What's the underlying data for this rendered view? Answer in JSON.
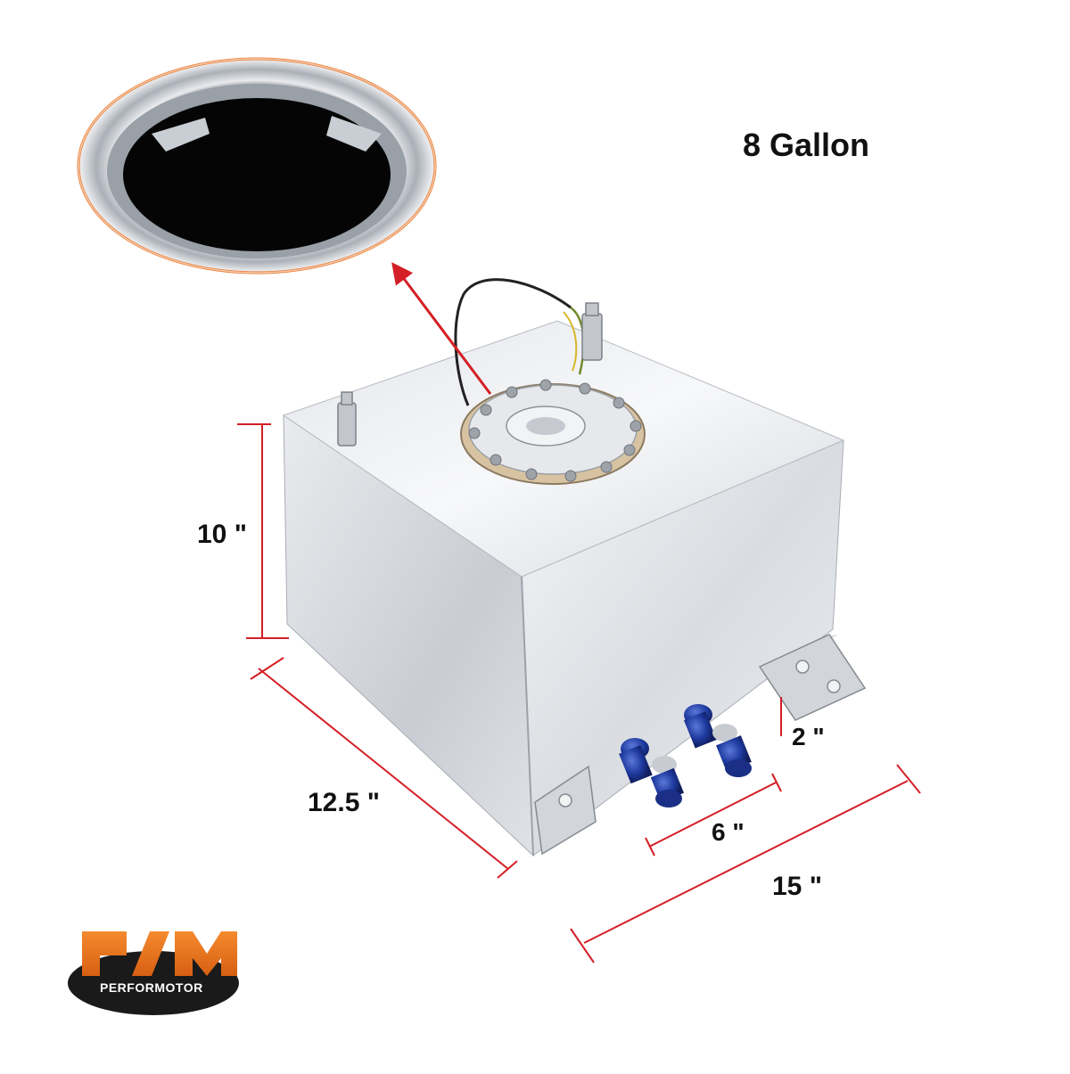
{
  "title": "8 Gallon",
  "dimensions": {
    "height": "10 \"",
    "depth": "12.5 \"",
    "fitting_height": "2 \"",
    "fitting_spacing": "6 \"",
    "width": "15 \""
  },
  "brand": {
    "logo_letters": "PM",
    "name": "PERFORMOTOR"
  },
  "colors": {
    "dimension_line": "#d41f26",
    "logo_orange": "#f07a22",
    "fitting_blue": "#1f3aa0",
    "aluminum": "#dfe2e6"
  }
}
